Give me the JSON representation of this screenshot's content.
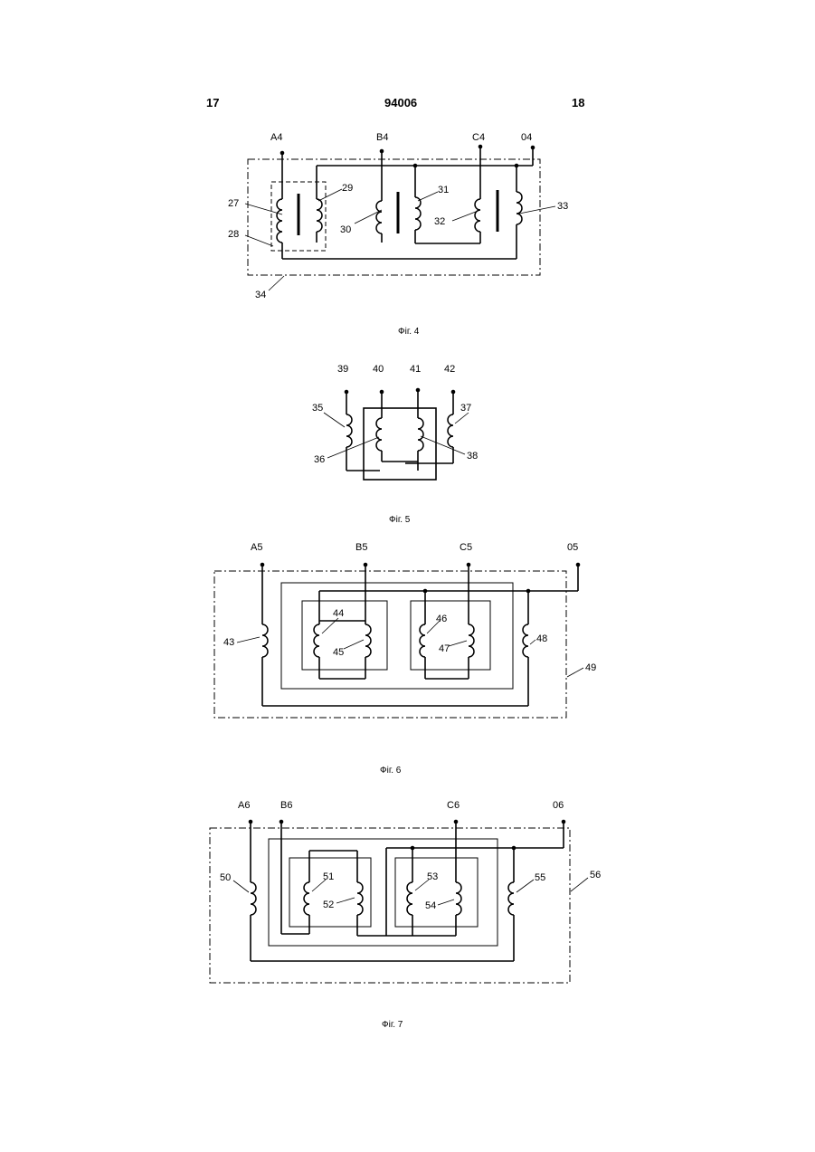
{
  "header": {
    "left_page": "17",
    "patent_number": "94006",
    "right_page": "18"
  },
  "figures": [
    {
      "caption": "Фіг. 4",
      "terminals": [
        "A4",
        "B4",
        "C4",
        "04"
      ],
      "labels": [
        "27",
        "28",
        "29",
        "30",
        "31",
        "32",
        "33",
        "34"
      ]
    },
    {
      "caption": "Фіг. 5",
      "terminals": [
        "39",
        "40",
        "41",
        "42"
      ],
      "labels": [
        "35",
        "36",
        "37",
        "38"
      ]
    },
    {
      "caption": "Фіг. 6",
      "terminals": [
        "A5",
        "B5",
        "C5",
        "05"
      ],
      "labels": [
        "43",
        "44",
        "45",
        "46",
        "47",
        "48",
        "49"
      ]
    },
    {
      "caption": "Фіг. 7",
      "terminals": [
        "A6",
        "B6",
        "C6",
        "06"
      ],
      "labels": [
        "50",
        "51",
        "52",
        "53",
        "54",
        "55",
        "56"
      ]
    }
  ]
}
